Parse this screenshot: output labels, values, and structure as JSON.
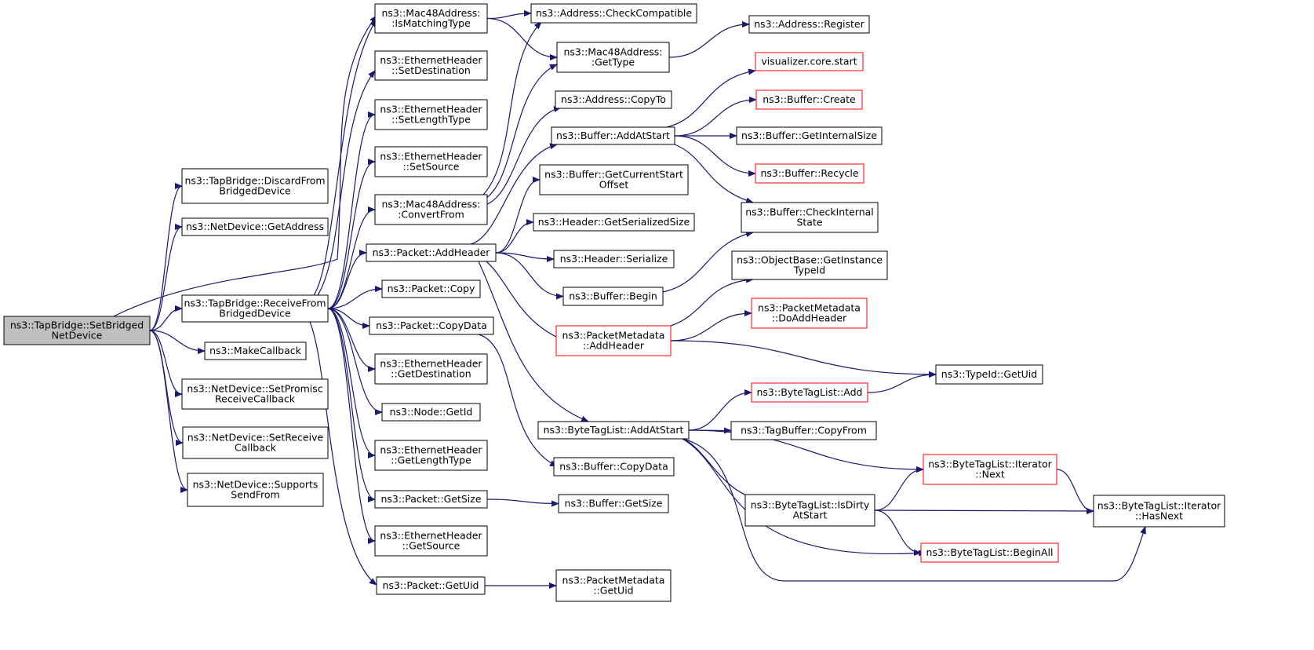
{
  "diagram": {
    "colors": {
      "edge": "#191970",
      "node_border": "#000000",
      "node_border_truncated": "#ff0000",
      "root_fill": "#bfbfbf",
      "node_fill": "#ffffff",
      "text": "#000000"
    },
    "nodes": [
      {
        "id": "n_root",
        "lines": [
          "ns3::TapBridge::SetBridged",
          "NetDevice"
        ],
        "style": "root"
      },
      {
        "id": "n_discard",
        "lines": [
          "ns3::TapBridge::DiscardFrom",
          "BridgedDevice"
        ],
        "style": "normal"
      },
      {
        "id": "n_getaddr",
        "lines": [
          "ns3::NetDevice::GetAddress"
        ],
        "style": "normal"
      },
      {
        "id": "n_receive",
        "lines": [
          "ns3::TapBridge::ReceiveFrom",
          "BridgedDevice"
        ],
        "style": "normal"
      },
      {
        "id": "n_makecb",
        "lines": [
          "ns3::MakeCallback"
        ],
        "style": "normal"
      },
      {
        "id": "n_setpromisc",
        "lines": [
          "ns3::NetDevice::SetPromisc",
          "ReceiveCallback"
        ],
        "style": "normal"
      },
      {
        "id": "n_setreceive",
        "lines": [
          "ns3::NetDevice::SetReceive",
          "Callback"
        ],
        "style": "normal"
      },
      {
        "id": "n_supports",
        "lines": [
          "ns3::NetDevice::Supports",
          "SendFrom"
        ],
        "style": "normal"
      },
      {
        "id": "n_ismatching",
        "lines": [
          "ns3::Mac48Address:",
          ":IsMatchingType"
        ],
        "style": "normal"
      },
      {
        "id": "n_ethsetdest",
        "lines": [
          "ns3::EthernetHeader",
          "::SetDestination"
        ],
        "style": "normal"
      },
      {
        "id": "n_ethsetlen",
        "lines": [
          "ns3::EthernetHeader",
          "::SetLengthType"
        ],
        "style": "normal"
      },
      {
        "id": "n_ethsetsrc",
        "lines": [
          "ns3::EthernetHeader",
          "::SetSource"
        ],
        "style": "normal"
      },
      {
        "id": "n_convertfrom",
        "lines": [
          "ns3::Mac48Address:",
          ":ConvertFrom"
        ],
        "style": "normal"
      },
      {
        "id": "n_addheader",
        "lines": [
          "ns3::Packet::AddHeader"
        ],
        "style": "normal"
      },
      {
        "id": "n_pcopy",
        "lines": [
          "ns3::Packet::Copy"
        ],
        "style": "normal"
      },
      {
        "id": "n_pcopydata",
        "lines": [
          "ns3::Packet::CopyData"
        ],
        "style": "normal"
      },
      {
        "id": "n_ethgetdest",
        "lines": [
          "ns3::EthernetHeader",
          "::GetDestination"
        ],
        "style": "normal"
      },
      {
        "id": "n_nodegetid",
        "lines": [
          "ns3::Node::GetId"
        ],
        "style": "normal"
      },
      {
        "id": "n_ethgetlen",
        "lines": [
          "ns3::EthernetHeader",
          "::GetLengthType"
        ],
        "style": "normal"
      },
      {
        "id": "n_pgetsize",
        "lines": [
          "ns3::Packet::GetSize"
        ],
        "style": "normal"
      },
      {
        "id": "n_ethgetsrc",
        "lines": [
          "ns3::EthernetHeader",
          "::GetSource"
        ],
        "style": "normal"
      },
      {
        "id": "n_pgetuid",
        "lines": [
          "ns3::Packet::GetUid"
        ],
        "style": "normal"
      },
      {
        "id": "n_checkcompat",
        "lines": [
          "ns3::Address::CheckCompatible"
        ],
        "style": "normal"
      },
      {
        "id": "n_macgettype",
        "lines": [
          "ns3::Mac48Address:",
          ":GetType"
        ],
        "style": "normal"
      },
      {
        "id": "n_copyto",
        "lines": [
          "ns3::Address::CopyTo"
        ],
        "style": "normal"
      },
      {
        "id": "n_addatstart",
        "lines": [
          "ns3::Buffer::AddAtStart"
        ],
        "style": "normal"
      },
      {
        "id": "n_getcurstart",
        "lines": [
          "ns3::Buffer::GetCurrentStart",
          "Offset"
        ],
        "style": "normal"
      },
      {
        "id": "n_getsersize",
        "lines": [
          "ns3::Header::GetSerializedSize"
        ],
        "style": "normal"
      },
      {
        "id": "n_serialize",
        "lines": [
          "ns3::Header::Serialize"
        ],
        "style": "normal"
      },
      {
        "id": "n_begin",
        "lines": [
          "ns3::Buffer::Begin"
        ],
        "style": "normal"
      },
      {
        "id": "n_pmaddheader",
        "lines": [
          "ns3::PacketMetadata",
          "::AddHeader"
        ],
        "style": "red"
      },
      {
        "id": "n_btladdatstart",
        "lines": [
          "ns3::ByteTagList::AddAtStart"
        ],
        "style": "normal"
      },
      {
        "id": "n_bcopydata",
        "lines": [
          "ns3::Buffer::CopyData"
        ],
        "style": "normal"
      },
      {
        "id": "n_bgetsize",
        "lines": [
          "ns3::Buffer::GetSize"
        ],
        "style": "normal"
      },
      {
        "id": "n_pmgetuid",
        "lines": [
          "ns3::PacketMetadata",
          "::GetUid"
        ],
        "style": "normal"
      },
      {
        "id": "n_register",
        "lines": [
          "ns3::Address::Register"
        ],
        "style": "normal"
      },
      {
        "id": "n_vizstart",
        "lines": [
          "visualizer.core.start"
        ],
        "style": "red"
      },
      {
        "id": "n_bcreate",
        "lines": [
          "ns3::Buffer::Create"
        ],
        "style": "red"
      },
      {
        "id": "n_bgetinternal",
        "lines": [
          "ns3::Buffer::GetInternalSize"
        ],
        "style": "normal"
      },
      {
        "id": "n_brecycle",
        "lines": [
          "ns3::Buffer::Recycle"
        ],
        "style": "red"
      },
      {
        "id": "n_bcheckinternal",
        "lines": [
          "ns3::Buffer::CheckInternal",
          "State"
        ],
        "style": "normal"
      },
      {
        "id": "n_objgetinst",
        "lines": [
          "ns3::ObjectBase::GetInstance",
          "TypeId"
        ],
        "style": "normal"
      },
      {
        "id": "n_pmdoadd",
        "lines": [
          "ns3::PacketMetadata",
          "::DoAddHeader"
        ],
        "style": "red"
      },
      {
        "id": "n_btladd",
        "lines": [
          "ns3::ByteTagList::Add"
        ],
        "style": "red"
      },
      {
        "id": "n_tagcopyfrom",
        "lines": [
          "ns3::TagBuffer::CopyFrom"
        ],
        "style": "normal"
      },
      {
        "id": "n_btlisdirty",
        "lines": [
          "ns3::ByteTagList::IsDirty",
          "AtStart"
        ],
        "style": "normal"
      },
      {
        "id": "n_typeidgetuid",
        "lines": [
          "ns3::TypeId::GetUid"
        ],
        "style": "normal"
      },
      {
        "id": "n_btliternext",
        "lines": [
          "ns3::ByteTagList::Iterator",
          "::Next"
        ],
        "style": "red"
      },
      {
        "id": "n_btlbeginall",
        "lines": [
          "ns3::ByteTagList::BeginAll"
        ],
        "style": "red"
      },
      {
        "id": "n_btlhasnext",
        "lines": [
          "ns3::ByteTagList::Iterator",
          "::HasNext"
        ],
        "style": "normal"
      }
    ]
  }
}
